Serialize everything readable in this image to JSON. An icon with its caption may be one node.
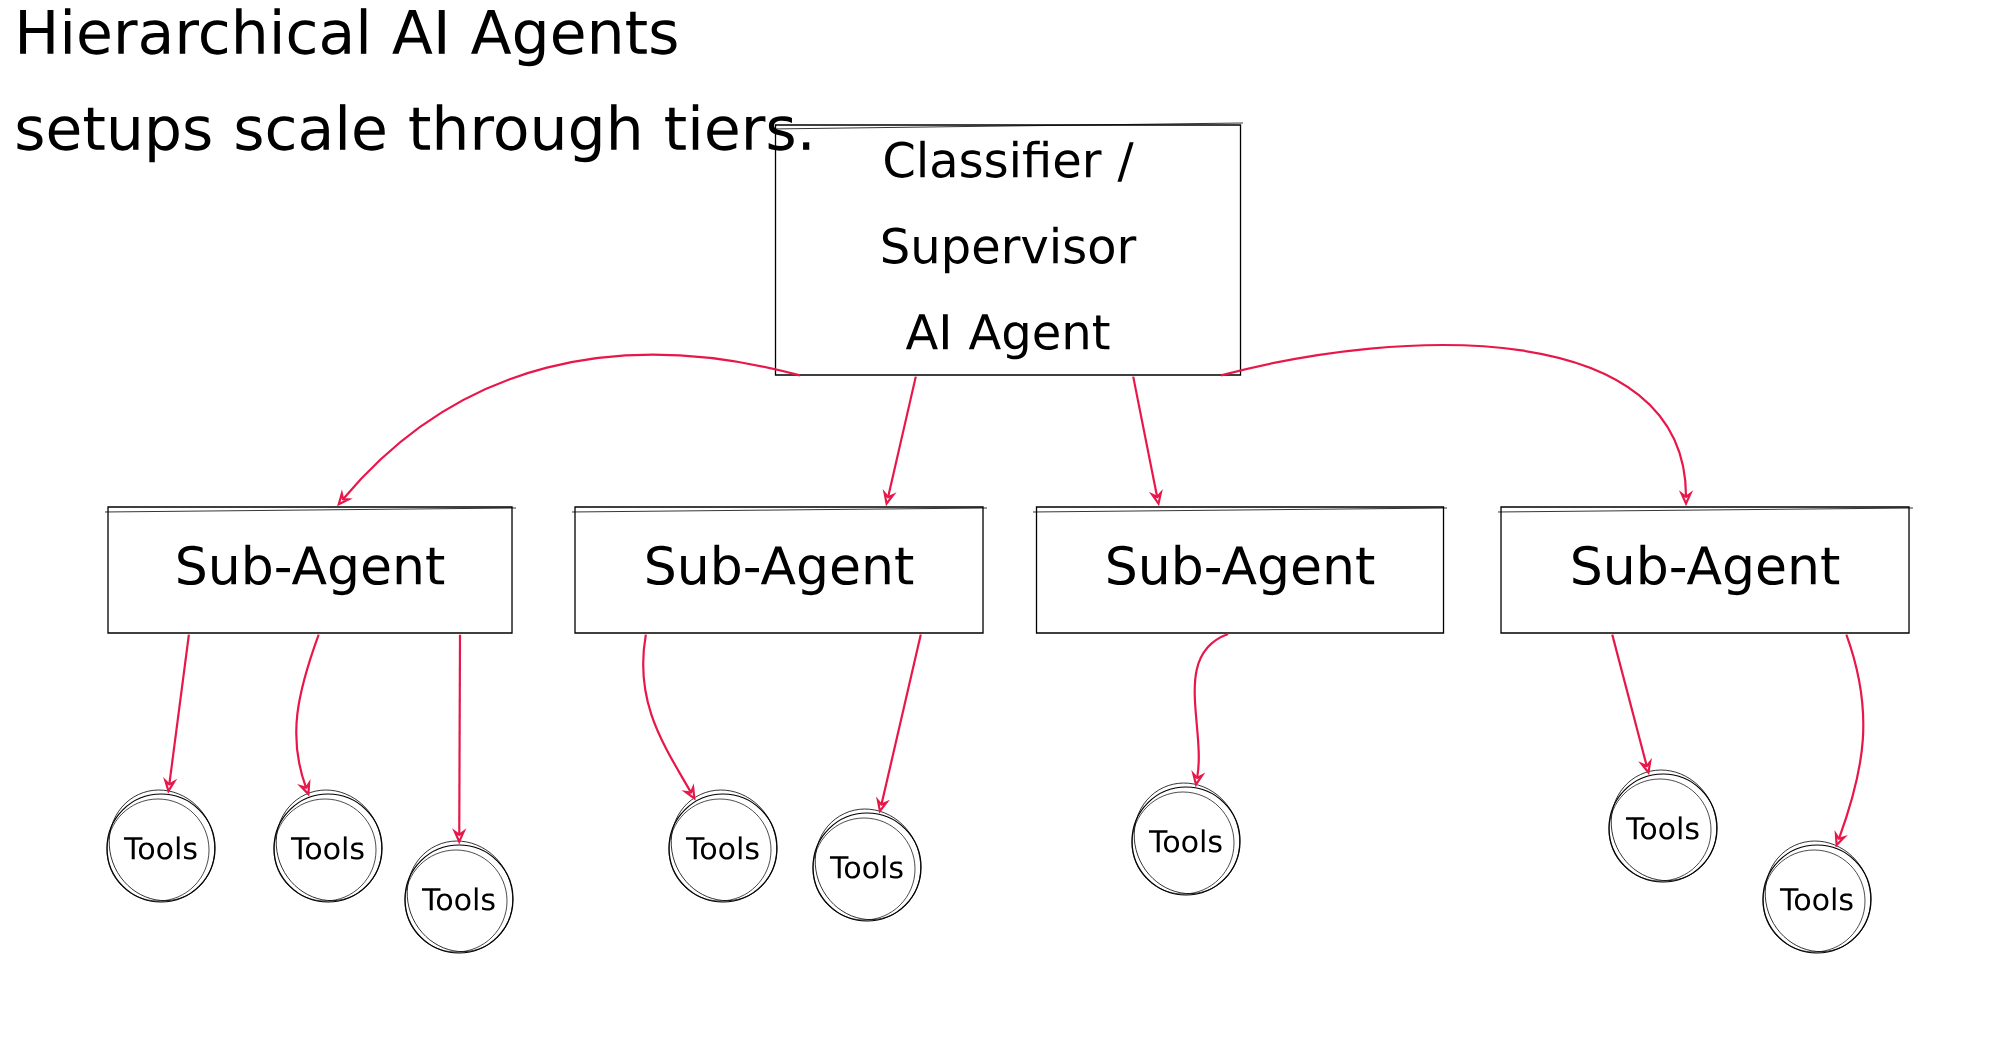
{
  "diagram": {
    "title": "Hierarchical AI Agents setups scale through tiers.",
    "nodes": [
      {
        "text": [
          "Classifier / Supervisor AI Agent"
        ]
      },
      {
        "text": [
          "Sub-Agent"
        ]
      },
      {
        "text": [
          "Sub-Agent"
        ]
      },
      {
        "text": [
          "Sub-Agent"
        ]
      },
      {
        "text": [
          "Sub-Agent"
        ]
      },
      {
        "text": [
          "Tools"
        ]
      },
      {
        "text": [
          "Tools"
        ]
      },
      {
        "text": [
          "Tools"
        ]
      },
      {
        "text": [
          "Tools"
        ]
      },
      {
        "text": [
          "Tools"
        ]
      },
      {
        "text": [
          "Tools"
        ]
      },
      {
        "text": [
          "Tools"
        ]
      },
      {
        "text": [
          "Tools"
        ]
      }
    ],
    "edges": [
      {
        "from": 0,
        "to": 1,
        "arrow": "to"
      },
      {
        "from": 0,
        "to": 2,
        "arrow": "to"
      },
      {
        "from": 0,
        "to": 3,
        "arrow": "to"
      },
      {
        "from": 0,
        "to": 4,
        "arrow": "to"
      },
      {
        "from": 1,
        "to": 5,
        "arrow": "to"
      },
      {
        "from": 1,
        "to": 6,
        "arrow": "to"
      },
      {
        "from": 1,
        "to": 7,
        "arrow": "to"
      },
      {
        "from": 2,
        "to": 8,
        "arrow": "to"
      },
      {
        "from": 2,
        "to": 9,
        "arrow": "to"
      },
      {
        "from": 3,
        "to": 10,
        "arrow": "to"
      },
      {
        "from": 4,
        "to": 11,
        "arrow": "to"
      },
      {
        "from": 4,
        "to": 12,
        "arrow": "to"
      }
    ]
  }
}
